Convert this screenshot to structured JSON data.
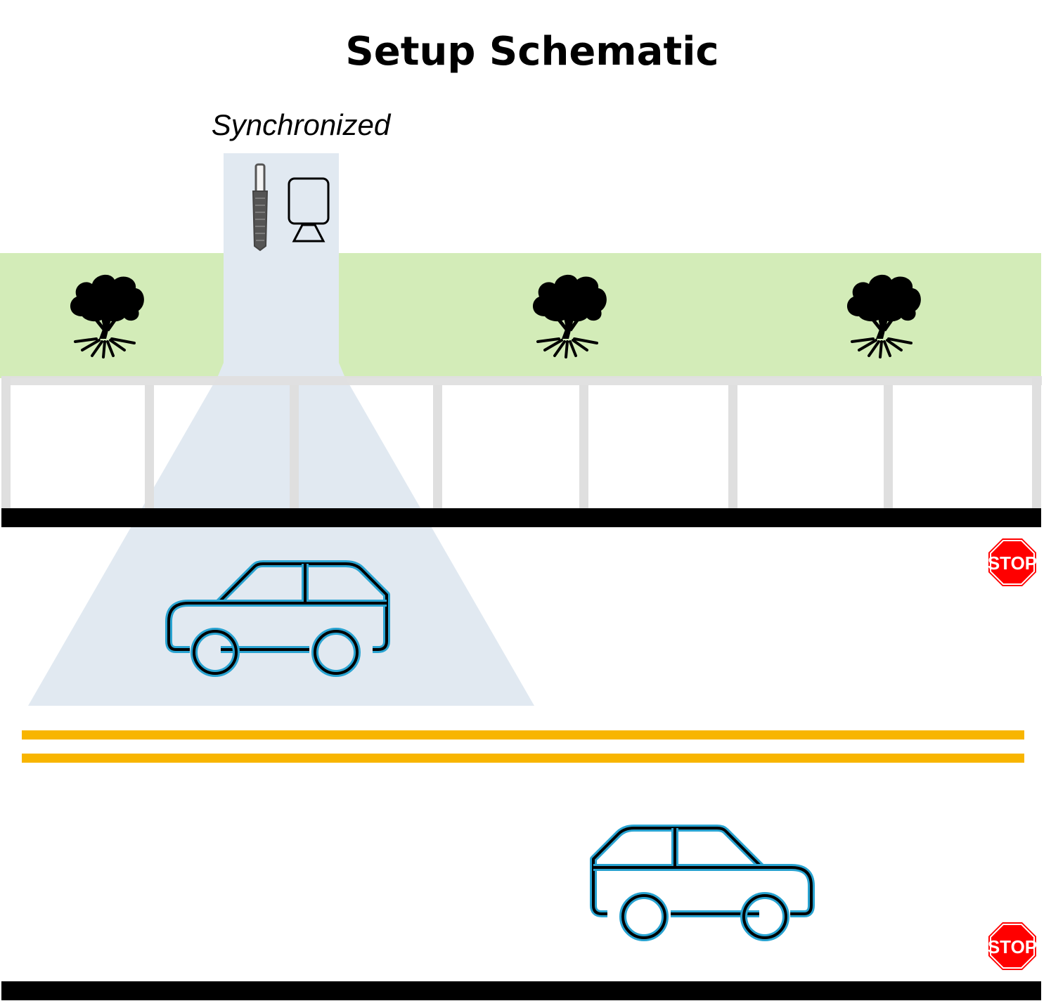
{
  "title": "Setup Schematic",
  "sensor_label": "Synchronized",
  "colors": {
    "grass": "#d3ecb8",
    "sensor_zone": "#e1e9f1",
    "fence": "#dfdfdf",
    "road_edge": "#000000",
    "lane_divider": "#f8b500",
    "car_outline": "#29a3d1",
    "car_inner": "#000000",
    "stop_sign": "#ff0000"
  },
  "icons": {
    "sensor_rod": "sensor-rod-icon",
    "camera": "camera-icon",
    "tree": "tree-icon",
    "car": "car-icon",
    "stop": "stop-sign-icon"
  },
  "trees": [
    {
      "label": "tree-1"
    },
    {
      "label": "tree-2"
    },
    {
      "label": "tree-3"
    }
  ],
  "cars": [
    {
      "label": "car-near-lane",
      "facing": "right"
    },
    {
      "label": "car-far-lane",
      "facing": "left"
    }
  ],
  "stop_signs": [
    {
      "text": "STOP"
    },
    {
      "text": "STOP"
    }
  ]
}
